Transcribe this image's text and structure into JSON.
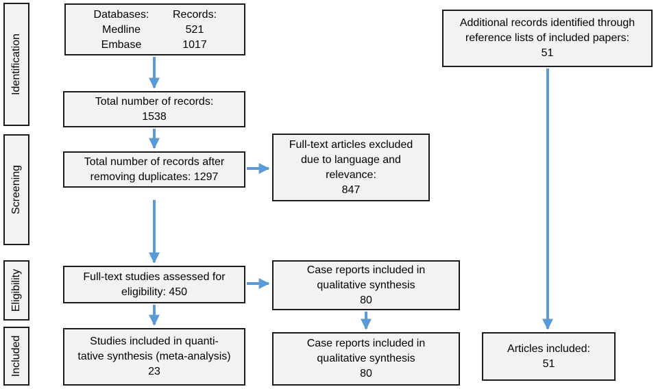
{
  "stages": {
    "identification": "Identification",
    "screening": "Screening",
    "eligibility": "Eligibility",
    "included": "Included"
  },
  "databases": {
    "header_left": "Databases:",
    "header_right": "Records:",
    "rows": [
      {
        "name": "Medline",
        "count": "521"
      },
      {
        "name": "Embase",
        "count": "1017"
      }
    ]
  },
  "total_records": {
    "line1": "Total number of records:",
    "line2": "1538"
  },
  "after_duplicates": {
    "line1": "Total number of records after",
    "line2": "removing duplicates: 1297"
  },
  "excluded": {
    "line1": "Full-text articles excluded",
    "line2": "due to language and",
    "line3": "relevance:",
    "line4": "847"
  },
  "assessed": {
    "line1": "Full-text studies assessed for",
    "line2": "eligibility: 450"
  },
  "case_reports_eligibility": {
    "line1": "Case reports included in",
    "line2": "qualitative synthesis",
    "line3": "80"
  },
  "quantitative": {
    "line1": "Studies included in quanti-",
    "line2": "tative synthesis (meta-analysis)",
    "line3": "23"
  },
  "case_reports_included": {
    "line1": "Case reports included in",
    "line2": "qualitative synthesis",
    "line3": "80"
  },
  "additional": {
    "line1": "Additional records identified through",
    "line2": "reference lists of included papers:",
    "line3": "51"
  },
  "articles_included": {
    "line1": "Articles included:",
    "line2": "51"
  },
  "colors": {
    "arrow": "#5b9bd5",
    "box_fill": "#f2f2f2",
    "border": "#1a1a1a"
  }
}
